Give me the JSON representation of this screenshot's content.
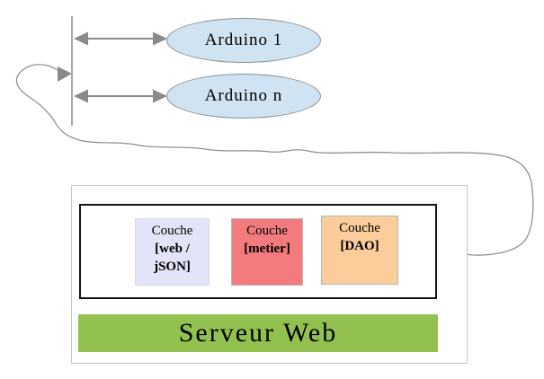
{
  "diagram": {
    "nodes": [
      {
        "label": "Arduino 1"
      },
      {
        "label": "Arduino n"
      }
    ],
    "layers": [
      {
        "title": "Couche",
        "line2": "[web /",
        "line3": "jSON]",
        "color": "#e3e3f9"
      },
      {
        "title": "Couche",
        "line2": "[metier]",
        "line3": "",
        "color": "#f47b7d"
      },
      {
        "title": "Couche",
        "line2": "[DAO]",
        "line3": "",
        "color": "#fbcd9b"
      }
    ],
    "server_bar": {
      "label": "Serveur Web",
      "color": "#93c150"
    },
    "colors": {
      "node_fill": "#cfe3f2",
      "node_border": "#8f8f8f",
      "connector": "#8a8a8a",
      "inner_box_border": "#141414",
      "outer_box_border": "#c4c4c4"
    }
  }
}
